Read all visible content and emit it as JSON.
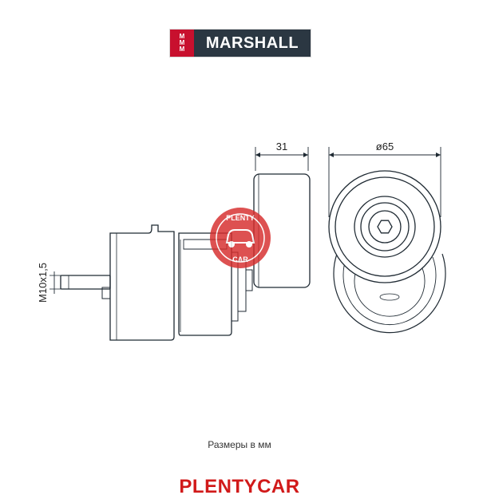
{
  "logo": {
    "mark_lines": [
      "M",
      "M",
      "M"
    ],
    "name": "MARSHALL",
    "colors": {
      "mark_bg": "#c8102e",
      "text_bg": "#2b3742"
    }
  },
  "dimensions": {
    "width_label": "31",
    "diameter_label": "ø65",
    "thread_label": "M10x1,5"
  },
  "watermark": {
    "top_text": "PLENTY",
    "bottom_text": "CAR",
    "color": "#d62b2b"
  },
  "caption": "Размеры в мм",
  "brand": {
    "name": "PLENTYCAR",
    "color": "#d11a1a"
  }
}
